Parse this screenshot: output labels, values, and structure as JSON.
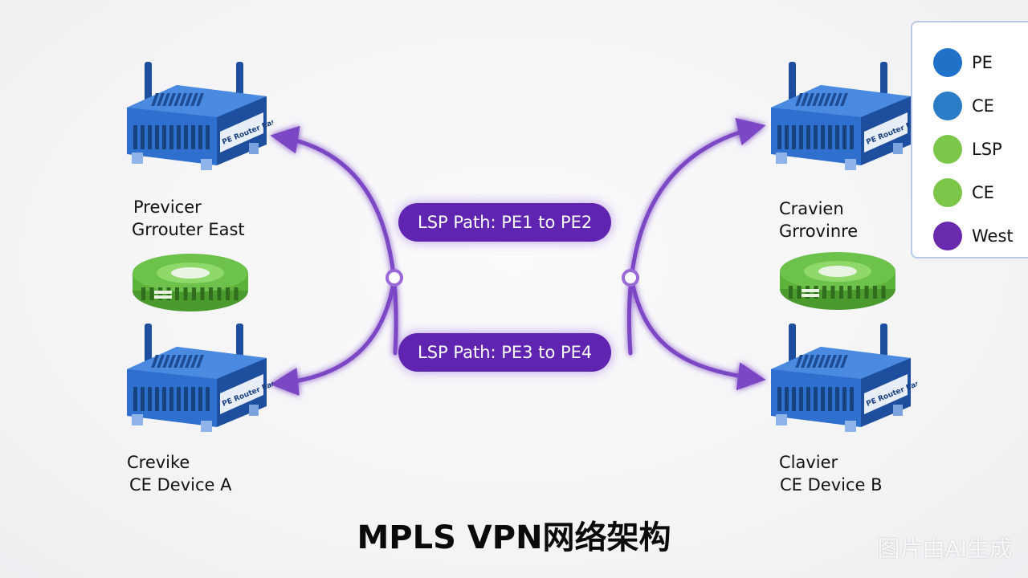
{
  "title": "MPLS VPN网络架构",
  "watermark": "图片由AI生成",
  "nodes": [
    {
      "id": "pe-east",
      "kind": "router",
      "plate": "PE Router East",
      "label_lines": [
        "Previcer",
        "Grrouter East"
      ]
    },
    {
      "id": "ring-left",
      "kind": "ring"
    },
    {
      "id": "ce-a",
      "kind": "router",
      "plate": "PE Router East",
      "label_lines": [
        "Crevike",
        "CE Device A"
      ]
    },
    {
      "id": "pe-west",
      "kind": "router",
      "plate": "PE Router East",
      "label_lines": [
        "Cravien",
        "Grrovinre"
      ]
    },
    {
      "id": "ring-right",
      "kind": "ring"
    },
    {
      "id": "ce-b",
      "kind": "router",
      "plate": "PE Router East",
      "label_lines": [
        "Clavier",
        "CE Device B"
      ]
    }
  ],
  "lsp_paths": [
    {
      "label": "LSP Path: PE1 to PE2"
    },
    {
      "label": "LSP Path: PE3 to PE4"
    }
  ],
  "legend": [
    {
      "label": "PE",
      "color": "#1f72c8"
    },
    {
      "label": "CE",
      "color": "#2a7cc6"
    },
    {
      "label": "LSP",
      "color": "#7cc64a"
    },
    {
      "label": "CE",
      "color": "#7cc64a"
    },
    {
      "label": "West",
      "color": "#6a2aae"
    }
  ],
  "colors": {
    "router_blue": "#2f6fce",
    "router_dark": "#1d4f9e",
    "ring_green": "#6cc24a",
    "lsp_purple": "#7b46c4",
    "pill_purple": "#5f24b0"
  }
}
